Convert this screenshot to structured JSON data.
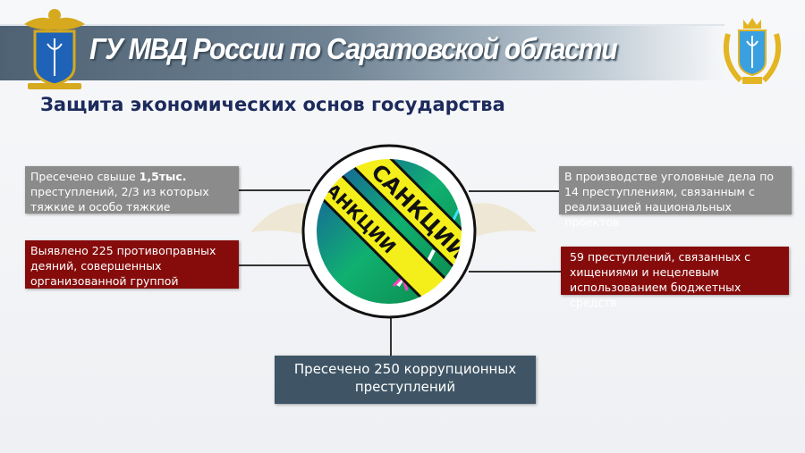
{
  "header": {
    "title": "ГУ МВД России по Саратовской области",
    "subtitle": "Защита экономических основ государства"
  },
  "center_image": {
    "label": "САНКЦИИ",
    "label2": "САНКЦИИ"
  },
  "facts": {
    "left_top": {
      "prefix": "Пресечено свыше ",
      "bold": "1,5тыс.",
      "rest": " преступлений, 2/3 из которых тяжкие и особо тяжкие"
    },
    "left_bottom": "Выявлено 225 противоправных деяний, совершенных организованной группой",
    "right_top": "В производстве уголовные дела по 14 преступлениям, связанным с реализацией национальных проектов",
    "right_bottom": "59 преступлений, связанных с хищениями и нецелевым использованием бюджетных средств",
    "bottom": "Пресечено 250 коррупционных преступлений"
  },
  "colors": {
    "gray": "#8b8b8b",
    "red": "#860c0c",
    "slate": "#3f5565",
    "navy": "#1c2a5c"
  }
}
